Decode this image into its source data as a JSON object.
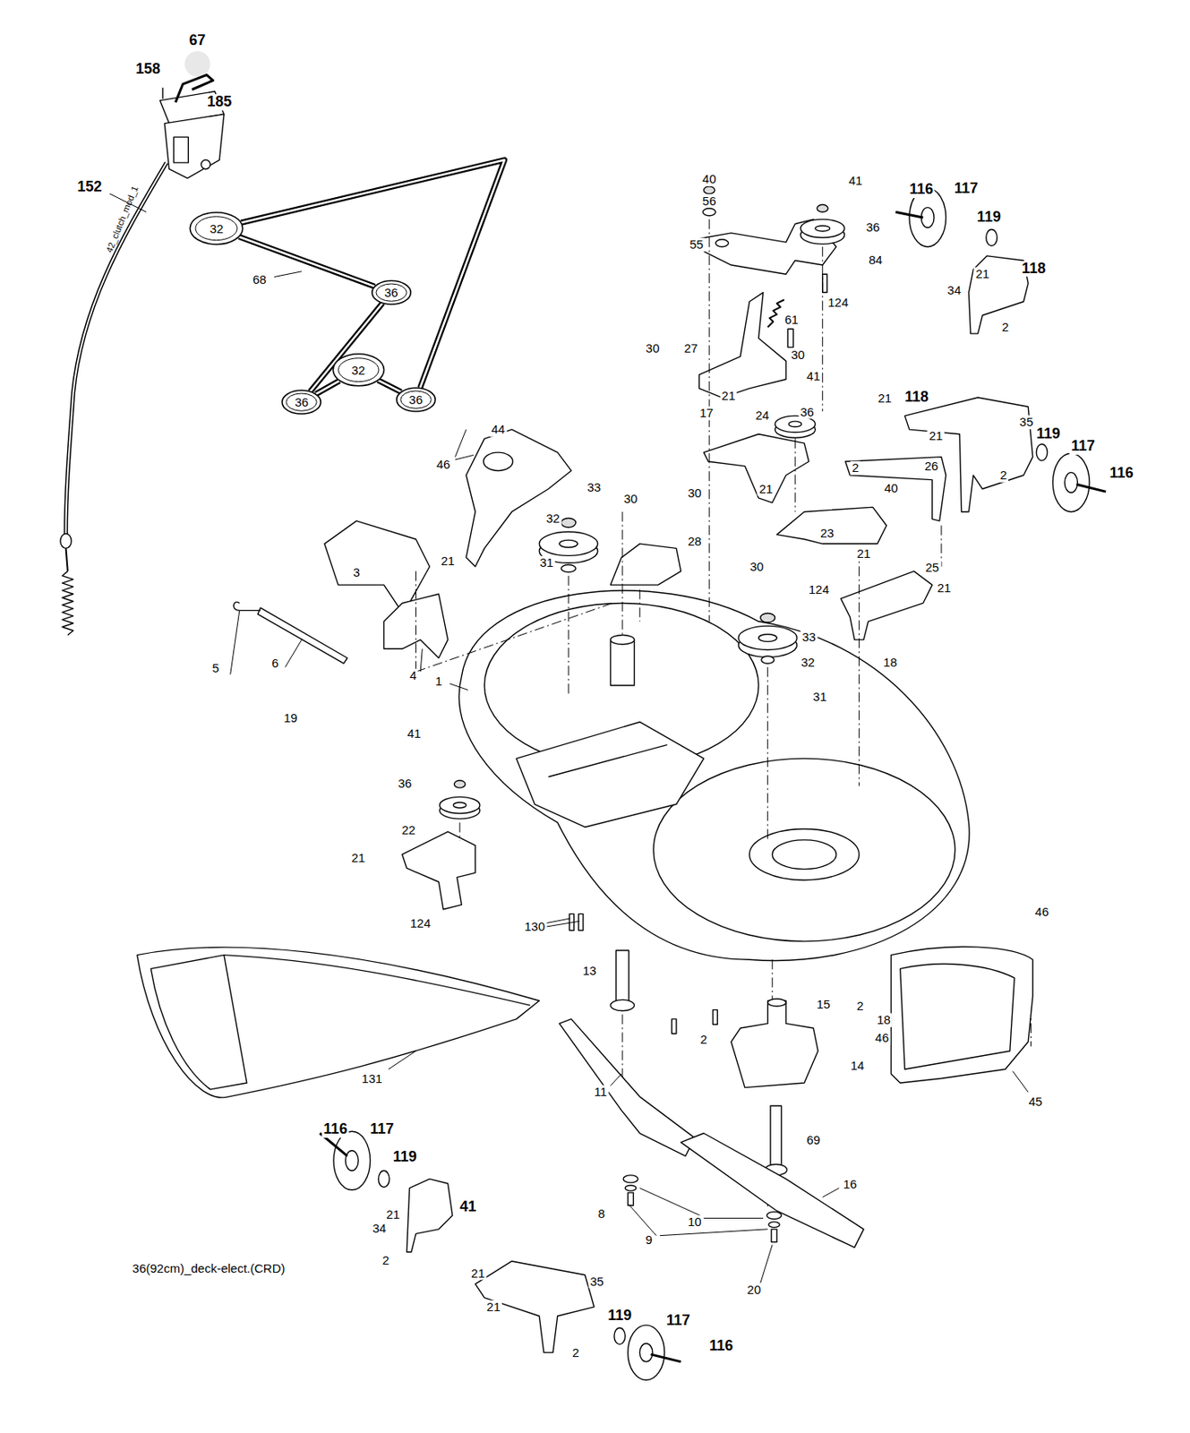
{
  "diagram": {
    "nodes": [
      {
        "text": [
          "32"
        ]
      },
      {
        "text": [
          "36"
        ]
      },
      {
        "text": [
          "32"
        ]
      },
      {
        "text": [
          "36"
        ]
      },
      {
        "text": [
          "36"
        ]
      }
    ],
    "edges": [
      {
        "from": 0,
        "to": 1,
        "arrow": "none"
      },
      {
        "from": 1,
        "to": 3,
        "arrow": "none"
      },
      {
        "from": 3,
        "to": 2,
        "arrow": "none"
      },
      {
        "from": 2,
        "to": 4,
        "arrow": "none"
      },
      {
        "from": 4,
        "to": 0,
        "arrow": "none"
      }
    ],
    "labels": [
      "67",
      "158",
      "185",
      "152",
      "42_clutch_mod_1",
      "68",
      "40",
      "41",
      "56",
      "116",
      "117",
      "36",
      "119",
      "55",
      "84",
      "118",
      "21",
      "34",
      "124",
      "61",
      "2",
      "30",
      "27",
      "30",
      "41",
      "21",
      "118",
      "21",
      "36",
      "35",
      "17",
      "24",
      "21",
      "119",
      "117",
      "116",
      "26",
      "2",
      "21",
      "40",
      "2",
      "23",
      "21",
      "25",
      "46",
      "44",
      "33",
      "30",
      "30",
      "32",
      "28",
      "31",
      "3",
      "21",
      "30",
      "124",
      "21",
      "33",
      "32",
      "18",
      "31",
      "5",
      "6",
      "4",
      "1",
      "19",
      "41",
      "36",
      "22",
      "21",
      "124",
      "130",
      "46",
      "13",
      "15",
      "2",
      "18",
      "2",
      "46",
      "14",
      "131",
      "45",
      "11",
      "116",
      "117",
      "69",
      "119",
      "16",
      "21",
      "41",
      "8",
      "34",
      "10",
      "9",
      "2",
      "36(92cm)_deck-elect.(CRD)",
      "21",
      "35",
      "20",
      "21",
      "119",
      "117",
      "116",
      "2"
    ]
  }
}
